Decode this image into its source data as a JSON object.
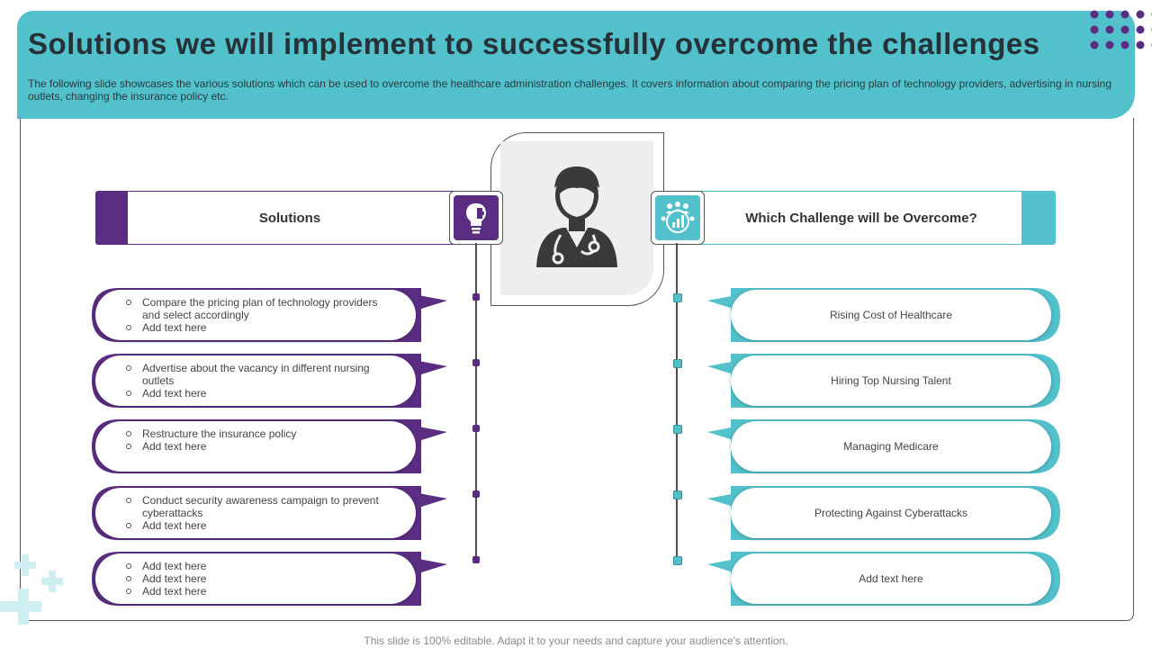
{
  "header": {
    "title": "Solutions we will implement to successfully overcome the challenges",
    "subtitle": "The following slide showcases the various solutions which can be used to overcome the healthcare administration challenges. It covers information about comparing the pricing plan of technology providers, advertising in nursing outlets, changing the insurance policy etc."
  },
  "columns": {
    "left_title": "Solutions",
    "right_title": "Which Challenge will be Overcome?"
  },
  "solutions": [
    {
      "items": [
        "Compare the pricing plan of technology providers and select accordingly",
        "Add text here"
      ]
    },
    {
      "items": [
        "Advertise about the vacancy in different nursing outlets",
        "Add text here"
      ]
    },
    {
      "items": [
        "Restructure the insurance policy",
        "Add text here"
      ]
    },
    {
      "items": [
        "Conduct security awareness campaign to prevent cyberattacks",
        "Add text here"
      ]
    },
    {
      "items": [
        "Add text here",
        "Add text here",
        "Add text here"
      ]
    }
  ],
  "challenges": [
    "Rising Cost of Healthcare",
    "Hiring Top Nursing Talent",
    "Managing Medicare",
    "Protecting Against Cyberattacks",
    "Add text here"
  ],
  "footer": "This slide is 100% editable. Adapt it to your needs and capture your audience's attention.",
  "colors": {
    "teal": "#52c1cb",
    "purple": "#5a2d82",
    "dark": "#263238"
  },
  "icons": {
    "center": "doctor-icon",
    "left": "lightbulb-puzzle-icon",
    "right": "team-growth-icon"
  }
}
